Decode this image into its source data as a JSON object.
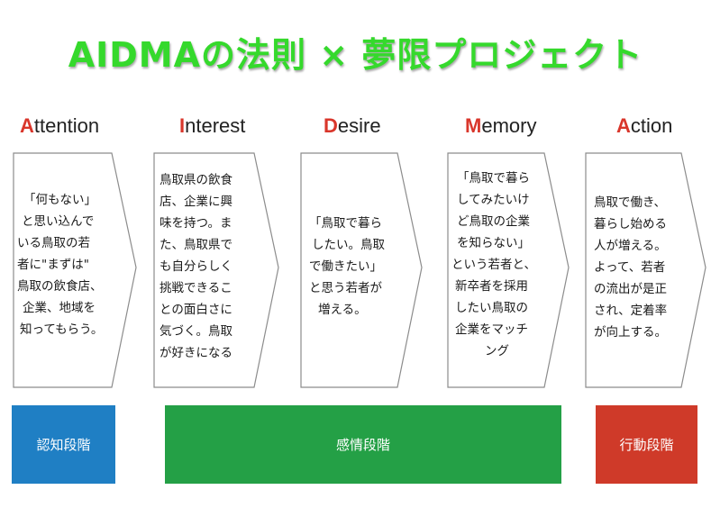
{
  "title": "AIDMAの法則 × 夢限プロジェクト",
  "stages": [
    {
      "initial": "A",
      "rest": "ttention",
      "lines": [
        "「何もない」",
        "と思い込んで",
        "いる鳥取の若",
        "者に\"まずは\"",
        "鳥取の飲食店、",
        "企業、地域を",
        "知ってもらう。"
      ]
    },
    {
      "initial": "I",
      "rest": "nterest",
      "lines": [
        "鳥取県の飲食",
        "店、企業に興",
        "味を持つ。ま",
        "た、鳥取県で",
        "も自分らしく",
        "挑戦できるこ",
        "との面白さに",
        "気づく。鳥取",
        "が好きになる"
      ]
    },
    {
      "initial": "D",
      "rest": "esire",
      "lines": [
        "「鳥取で暮ら",
        "したい。鳥取",
        "で働きたい」",
        "と思う若者が",
        "増える。"
      ]
    },
    {
      "initial": "M",
      "rest": "emory",
      "lines": [
        "「鳥取で暮ら",
        "してみたいけ",
        "ど鳥取の企業",
        "を知らない」",
        "という若者と、",
        "新卒者を採用",
        "したい鳥取の",
        "企業をマッチ",
        "ング"
      ]
    },
    {
      "initial": "A",
      "rest": "ction",
      "lines": [
        "鳥取で働き、",
        "暮らし始める",
        "人が増える。",
        "よって、若者",
        "の流出が是正",
        "され、定着率",
        "が向上する。"
      ]
    }
  ],
  "phases": [
    {
      "label": "認知段階",
      "color": "#1f7fc4"
    },
    {
      "label": "感情段階",
      "color": "#24a046"
    },
    {
      "label": "行動段階",
      "color": "#cf3a29"
    }
  ],
  "colors": {
    "title": "#35d92c",
    "initial": "#d9362b"
  }
}
